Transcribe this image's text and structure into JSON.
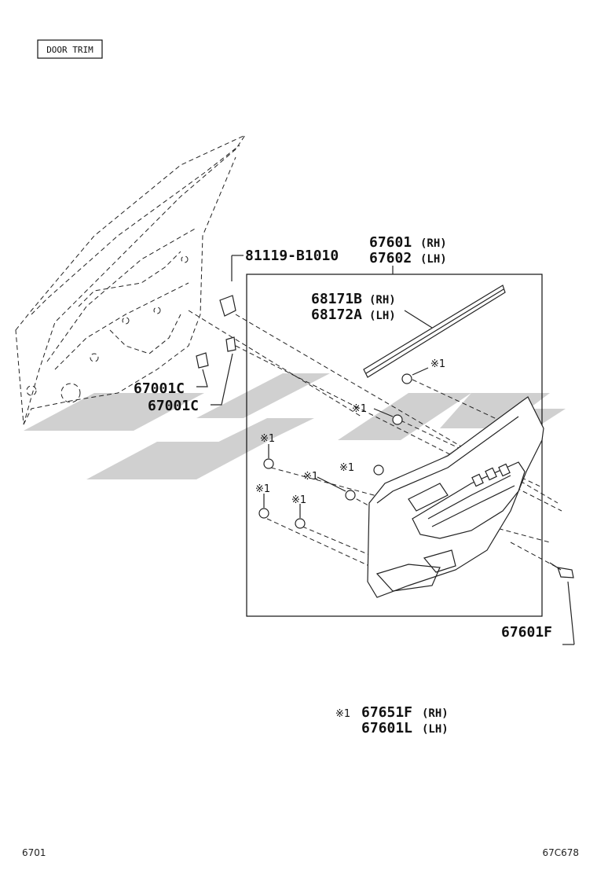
{
  "header": {
    "title": "DOOR TRIM"
  },
  "parts": {
    "retainer": "81119-B1010",
    "board_rh": "67601",
    "board_rh_side": "(RH)",
    "board_lh": "67602",
    "board_lh_side": "(LH)",
    "weatherstrip_rh": "68171B",
    "weatherstrip_rh_side": "(RH)",
    "weatherstrip_lh": "68172A",
    "weatherstrip_lh_side": "(LH)",
    "clip_a": "67001C",
    "clip_b": "67001C",
    "screw": "67601F"
  },
  "note_mark": "※1",
  "footnote": {
    "mark": "※1",
    "rh_part": "67651F",
    "rh_side": "(RH)",
    "lh_part": "67601L",
    "lh_side": "(LH)"
  },
  "footer": {
    "page": "6701",
    "code": "67C678"
  }
}
